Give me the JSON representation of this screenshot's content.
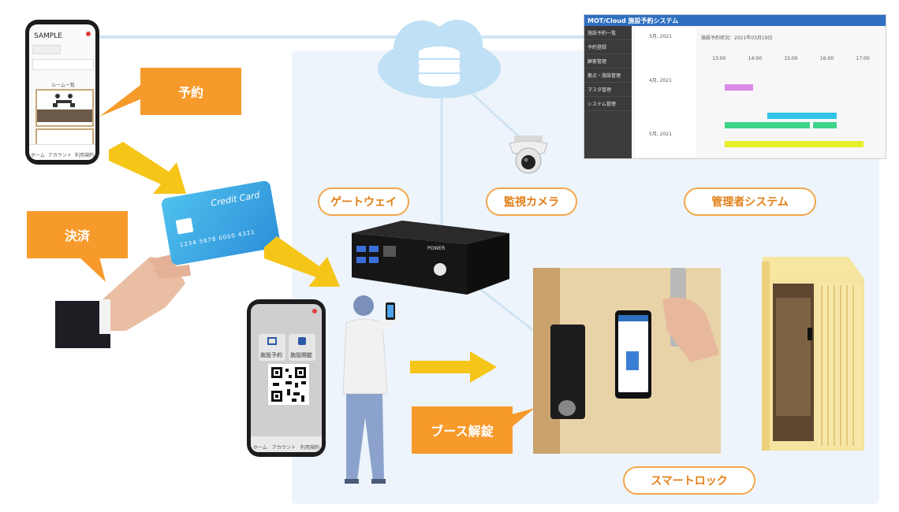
{
  "labels": {
    "reserve": "予約",
    "payment": "決済",
    "booth_unlock": "ブース解錠",
    "gateway": "ゲートウェイ",
    "camera": "監視カメラ",
    "admin_system": "管理者システム",
    "smart_lock": "スマートロック"
  },
  "phone_top": {
    "title": "SAMPLE",
    "room_list": "ルーム一覧",
    "nav": [
      "ホーム",
      "アカウント",
      "利用規約"
    ]
  },
  "credit_card": {
    "title": "Credit Card",
    "number": "1234 5678 0000 4321"
  },
  "phone_bottom": {
    "btn_reserve": "施設予約",
    "btn_open": "施設開錠",
    "nav": [
      "ホーム",
      "アカウント",
      "利用規約"
    ]
  },
  "admin": {
    "brand": "MOT/Cloud 施設予約システム",
    "subtitle": "施設予約状況：2021年03月19日",
    "menu": [
      "施設予約一覧",
      "予約登録",
      "顧客管理",
      "拠点・施設管理",
      "マスタ管理",
      "システム管理"
    ],
    "months": [
      "3月, 2021",
      "4月, 2021",
      "5月, 2021"
    ],
    "times": [
      "13:00",
      "14:00",
      "15:00",
      "16:00",
      "17:00"
    ]
  },
  "device": {
    "power_label": "POWER"
  },
  "colors": {
    "accent_orange": "#f79a2c",
    "arrow_yellow": "#f5c518",
    "panel_bg": "#eef4fb"
  }
}
